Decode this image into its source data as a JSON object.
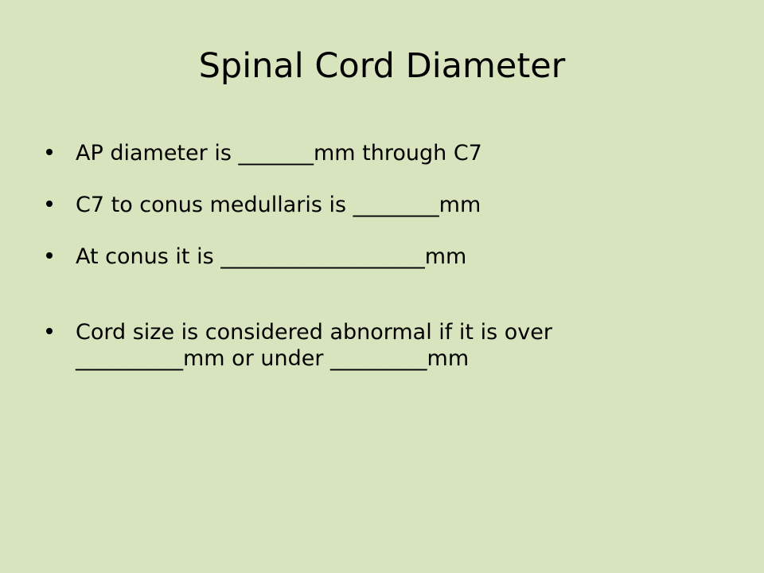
{
  "slide": {
    "title": "Spinal Cord Diameter",
    "bullets": [
      "AP diameter is _______mm through C7",
      "C7 to conus medullaris is ________mm",
      "At conus it is ___________________mm",
      "Cord size is considered abnormal if it is over",
      "__________mm or under _________mm"
    ]
  }
}
